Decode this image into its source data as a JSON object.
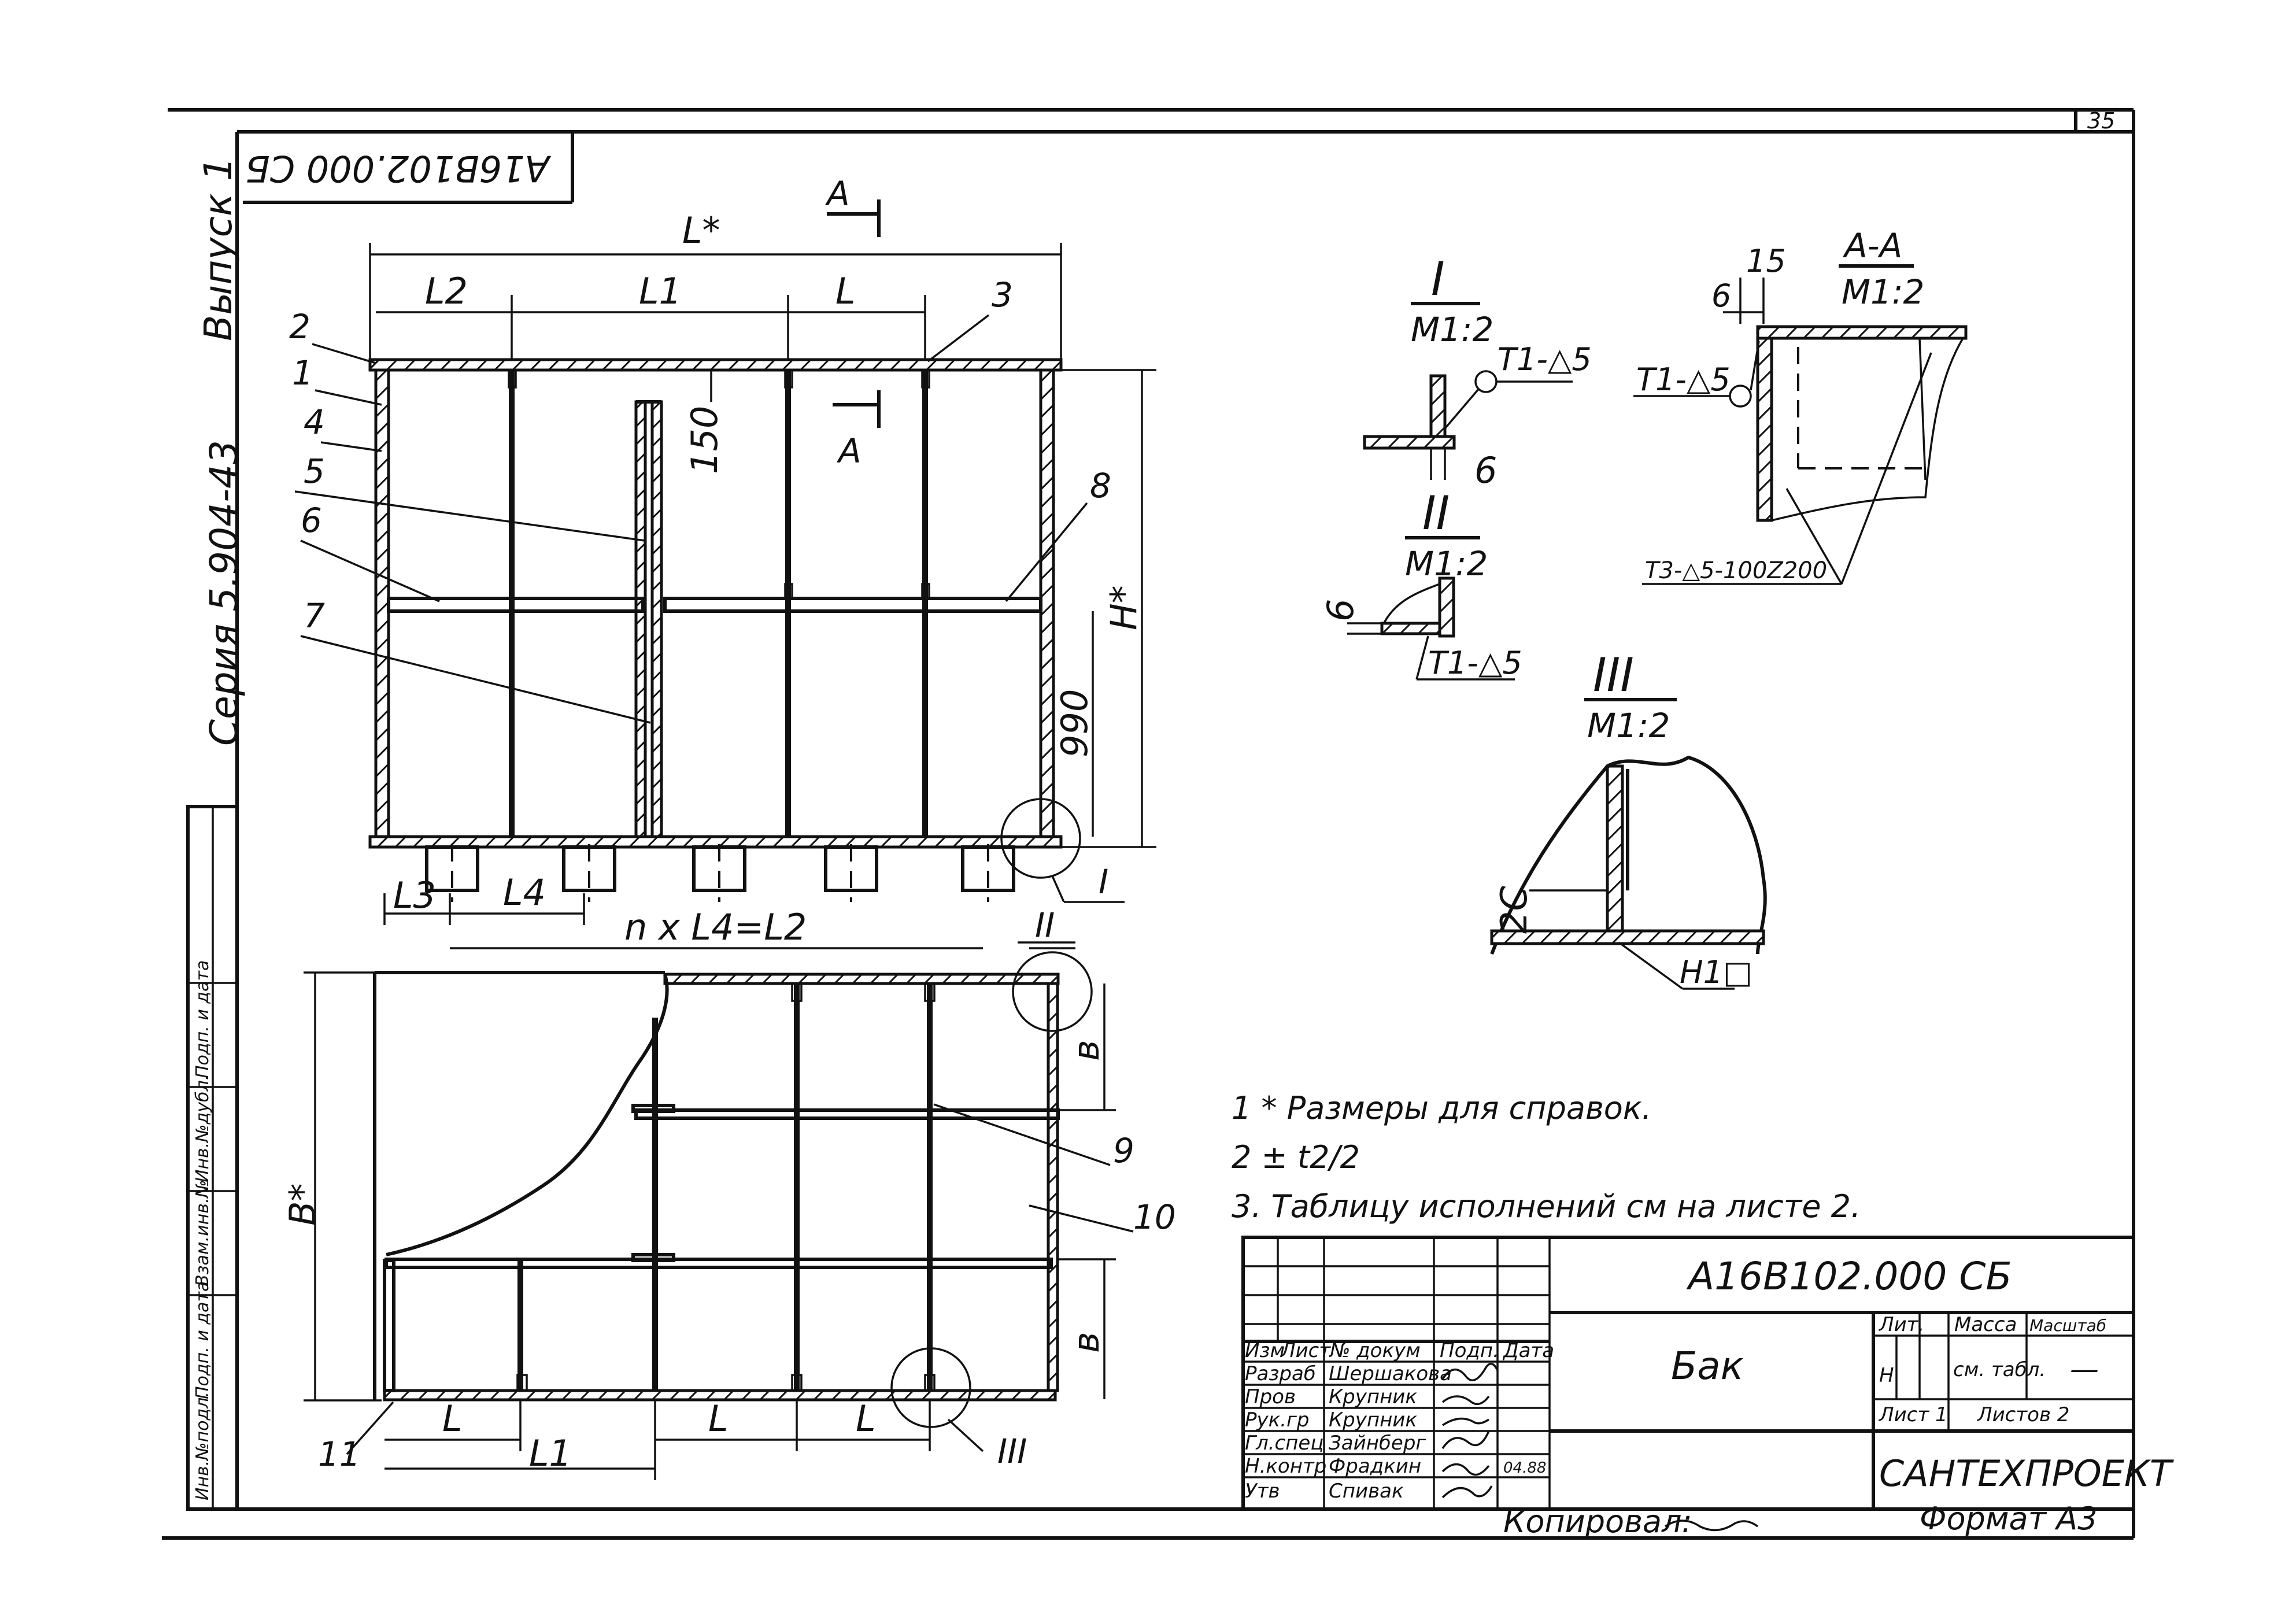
{
  "sheet": {
    "sheet_number": "35",
    "stamp_code_mirrored": "A16B102.000 СБ",
    "side_title": "Выпуск 1",
    "side_series": "Серия 5.904-43",
    "format": "Формат А3",
    "copied": "Копировал:"
  },
  "left_strip": [
    "Инв.№подл.",
    "Подп. и дата",
    "Взам.инв.№",
    "Инв.№дубл.",
    "Подп. и дата"
  ],
  "top_view": {
    "dim_L": "L*",
    "dim_L2": "L2",
    "dim_L1": "L1",
    "dim_l": "L",
    "dim_150": "150",
    "dim_990": "990",
    "dim_H": "H*",
    "dim_L3": "L3",
    "dim_L4": "L4",
    "dim_nL4": "n x L4=L2",
    "section_A": "A",
    "section_A2": "A",
    "callout_I": "I",
    "callout_II": "II"
  },
  "bottom_view": {
    "dim_B": "B*",
    "dim_b_top": "в",
    "dim_b_bot": "в",
    "dim_l1": "L",
    "dim_L1": "L1",
    "dim_l2": "L",
    "dim_l3": "L",
    "callout_III": "III"
  },
  "positions": [
    "1",
    "2",
    "3",
    "4",
    "5",
    "6",
    "7",
    "8",
    "9",
    "10",
    "11"
  ],
  "detail_I": {
    "title": "I",
    "scale": "М1:2",
    "weld": "Т1-△5",
    "dim": "6"
  },
  "detail_II": {
    "title": "II",
    "scale": "М1:2",
    "weld": "Т1-△5",
    "dim": "6"
  },
  "detail_III": {
    "title": "III",
    "scale": "М1:2",
    "dim": "2С",
    "weld": "Н1□"
  },
  "section_AA": {
    "title": "А-А",
    "scale": "М1:2",
    "dim_15": "15",
    "dim_6": "6",
    "weld_T1": "Т1-△5",
    "weld_T3": "Т3-△5-100Z200"
  },
  "notes": [
    "1 * Размеры для справок.",
    "2 ± t2/2",
    "3. Таблицу исполнений см на листе 2."
  ],
  "title_block": {
    "doc_code": "А16В102.000 СБ",
    "name": "Бак",
    "org": "САНТЕХПРОЕКТ",
    "header": [
      "Изм",
      "Лист",
      "№ докум",
      "Подп.",
      "Дата"
    ],
    "roles": [
      {
        "role": "Разраб",
        "name": "Шершакова"
      },
      {
        "role": "Пров",
        "name": "Крупник"
      },
      {
        "role": "Рук.гр",
        "name": "Крупник"
      },
      {
        "role": "Гл.спец",
        "name": "Зайнберг"
      },
      {
        "role": "Н.контр",
        "name": "Фрадкин"
      },
      {
        "role": "Утв",
        "name": "Спивак"
      }
    ],
    "lit_label": "Лит.",
    "mass_label": "Масса",
    "scale_label": "Масштаб",
    "lit_value": "Н",
    "mass_value": "см. табл.",
    "scale_value": "—",
    "sheet_label": "Лист 1",
    "sheets_label": "Листов 2",
    "date_small": "04.88"
  }
}
